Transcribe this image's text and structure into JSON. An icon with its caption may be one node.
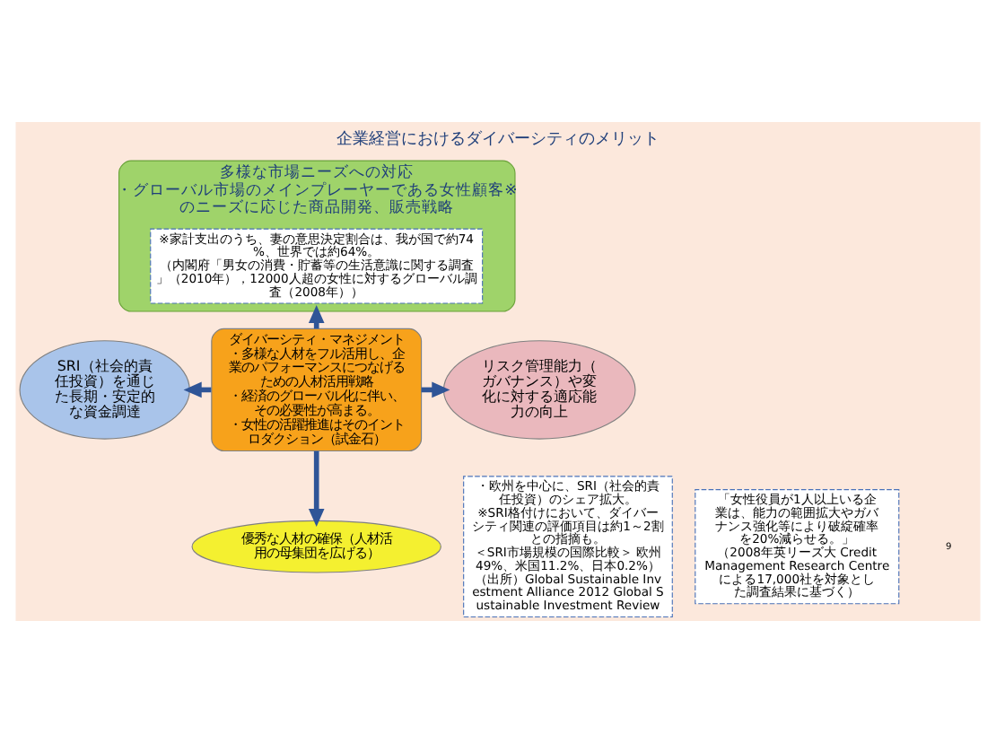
{
  "diagram": {
    "title": "企業経営におけるダイバーシティのメリット",
    "nodes": [
      {
        "text": [
          "多様な市場ニーズへの対応",
          "・グローバル市場のメインプレーヤーである女性顧客※のニーズに応じた商品開発、販売戦略"
        ]
      },
      {
        "text": [
          "※家計支出のうち、妻の意思決定割合は、我が国で約74%、世界では約64%。",
          "（内閣府「男女の消費・貯蓄等の生活意識に関する調査」（2010年），12000人超の女性に対するグローバル調査（2008年））"
        ],
        "in": 0
      },
      {
        "text": [
          "SRI（社会的責任投資）を通じた長期・安定的な資金調達"
        ]
      },
      {
        "text": [
          "・欧州を中心に、SRI（社会的責任投資）のシェア拡大。",
          "※SRI格付けにおいて、ダイバーシティ関連の評価項目は約1～2割との指摘も。",
          "＜SRI市場規模の国際比較＞ 欧州 49%、米国11.2%、日本0.2%）",
          "（出所）Global Sustainable Investment Alliance 2012 Global Sustainable Investment Review"
        ]
      },
      {
        "text": [
          "ダイバーシティ・マネジメント",
          "・多様な人材をフル活用し、企業のパフォーマンスにつなげるための人材活用戦略",
          "・経済のグローバル化に伴い、その必要性が高まる。",
          "・女性の活躍推進はそのイントロダクション（試金石）"
        ]
      },
      {
        "text": [
          "リスク管理能力（ガバナンス）や変化に対する適応能力の向上"
        ]
      },
      {
        "text": [
          "「女性役員が1人以上いる企業は、能力の範囲拡大やガバナンス強化等により破綻確率を20%減らせる。」",
          "（2008年英リーズ大 Credit Management Research Centre による17,000社を対象とした調査結果に基づく）"
        ]
      },
      {
        "text": [
          "優秀な人材の確保（人材活用の母集団を広げる）"
        ]
      }
    ],
    "edges": [
      {
        "from": 4,
        "to": 0,
        "arrow": "to"
      },
      {
        "from": 4,
        "to": 2,
        "arrow": "to"
      },
      {
        "from": 4,
        "to": 5,
        "arrow": "to"
      },
      {
        "from": 4,
        "to": 7,
        "arrow": "to"
      }
    ],
    "labels": [
      "9"
    ]
  }
}
